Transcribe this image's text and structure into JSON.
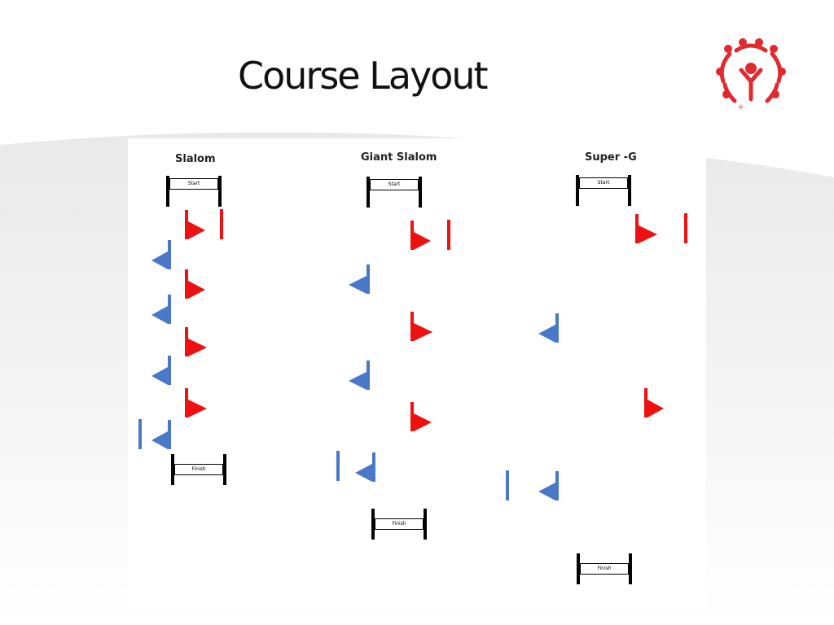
{
  "slide": {
    "title": "Course Layout"
  },
  "colors": {
    "red_flag": "#ee1111",
    "blue_flag": "#4a78c8",
    "logo_red": "#e02a30"
  },
  "logo": {
    "icon": "special-olympics-logo"
  },
  "courses": [
    {
      "name": "Slalom",
      "start_label": "Start",
      "finish_label": "Finish"
    },
    {
      "name": "Giant Slalom",
      "start_label": "Start",
      "finish_label": "Finish"
    },
    {
      "name": "Super -G",
      "start_label": "Start",
      "finish_label": "Finish"
    }
  ]
}
